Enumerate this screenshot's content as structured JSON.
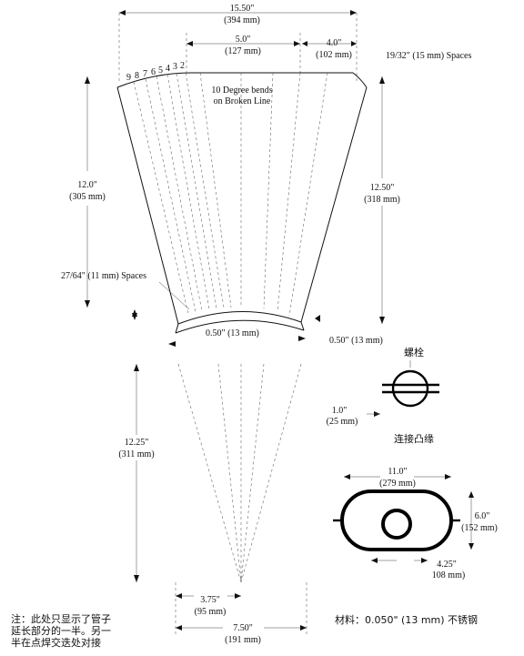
{
  "top_dimensions": {
    "overall_in": "15.50\"",
    "overall_mm": "(394 mm)",
    "center_in": "5.0\"",
    "center_mm": "(127 mm)",
    "right_in": "4.0\"",
    "right_mm": "(102 mm)",
    "spacing_top": "19/32\" (15 mm) Spaces"
  },
  "bend_numbers": [
    "9",
    "8",
    "7",
    "6",
    "5",
    "4",
    "3",
    "2"
  ],
  "bend_note": [
    "10 Degree bends",
    "on Broken Line"
  ],
  "left_height_in": "12.0\"",
  "left_height_mm": "(305 mm)",
  "right_height_in": "12.50\"",
  "right_height_mm": "(318 mm)",
  "spacing_bottom": "27/64\" (11 mm) Spaces",
  "bottom_width": "0.50\" (13 mm)",
  "right_small": "0.50\" (13 mm)",
  "cone_height_in": "12.25\"",
  "cone_height_mm": "(311 mm)",
  "base_inner_in": "3.75\"",
  "base_inner_mm": "(95 mm)",
  "base_outer_in": "7.50\"",
  "base_outer_mm": "(191 mm)",
  "bolt_label": "螺栓",
  "flange_label": "连接凸缘",
  "flange_dim_in": "1.0\"",
  "flange_dim_mm": "(25 mm)",
  "oval_width_in": "11.0\"",
  "oval_width_mm": "(279 mm)",
  "oval_height_in": "6.0\"",
  "oval_height_mm": "(152 mm)",
  "oval_inner_in": "4.25\"",
  "oval_inner_mm": "108 mm)",
  "note_lines": [
    "注：此处只显示了管子",
    "延长部分的一半。另一",
    "半在点焊交迭处对接"
  ],
  "material": "材料：0.050\" (13 mm) 不锈钢"
}
